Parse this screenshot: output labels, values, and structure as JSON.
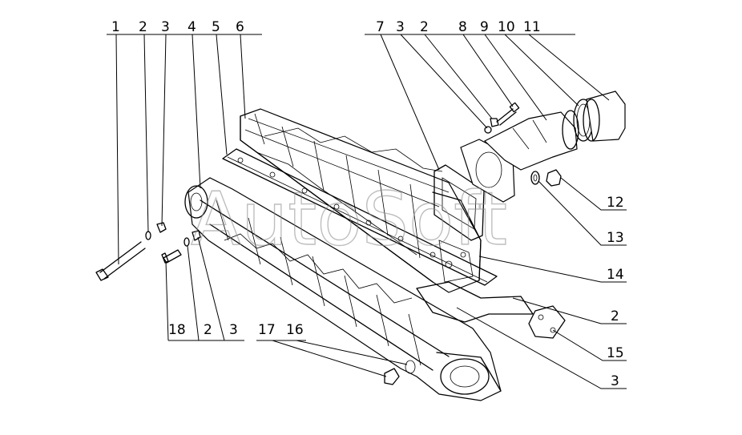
{
  "callouts": {
    "top": [
      "1",
      "2",
      "3",
      "4",
      "5",
      "6",
      "7",
      "3",
      "2",
      "8",
      "9",
      "10",
      "11"
    ],
    "right": [
      "12",
      "13",
      "14",
      "2",
      "15",
      "3"
    ],
    "bottom": [
      "18",
      "2",
      "3",
      "17",
      "16"
    ]
  },
  "watermark": "AutoSoft",
  "colors": {
    "ink": "#000000",
    "paper": "#ffffff",
    "watermark": "#8a8a8a"
  }
}
